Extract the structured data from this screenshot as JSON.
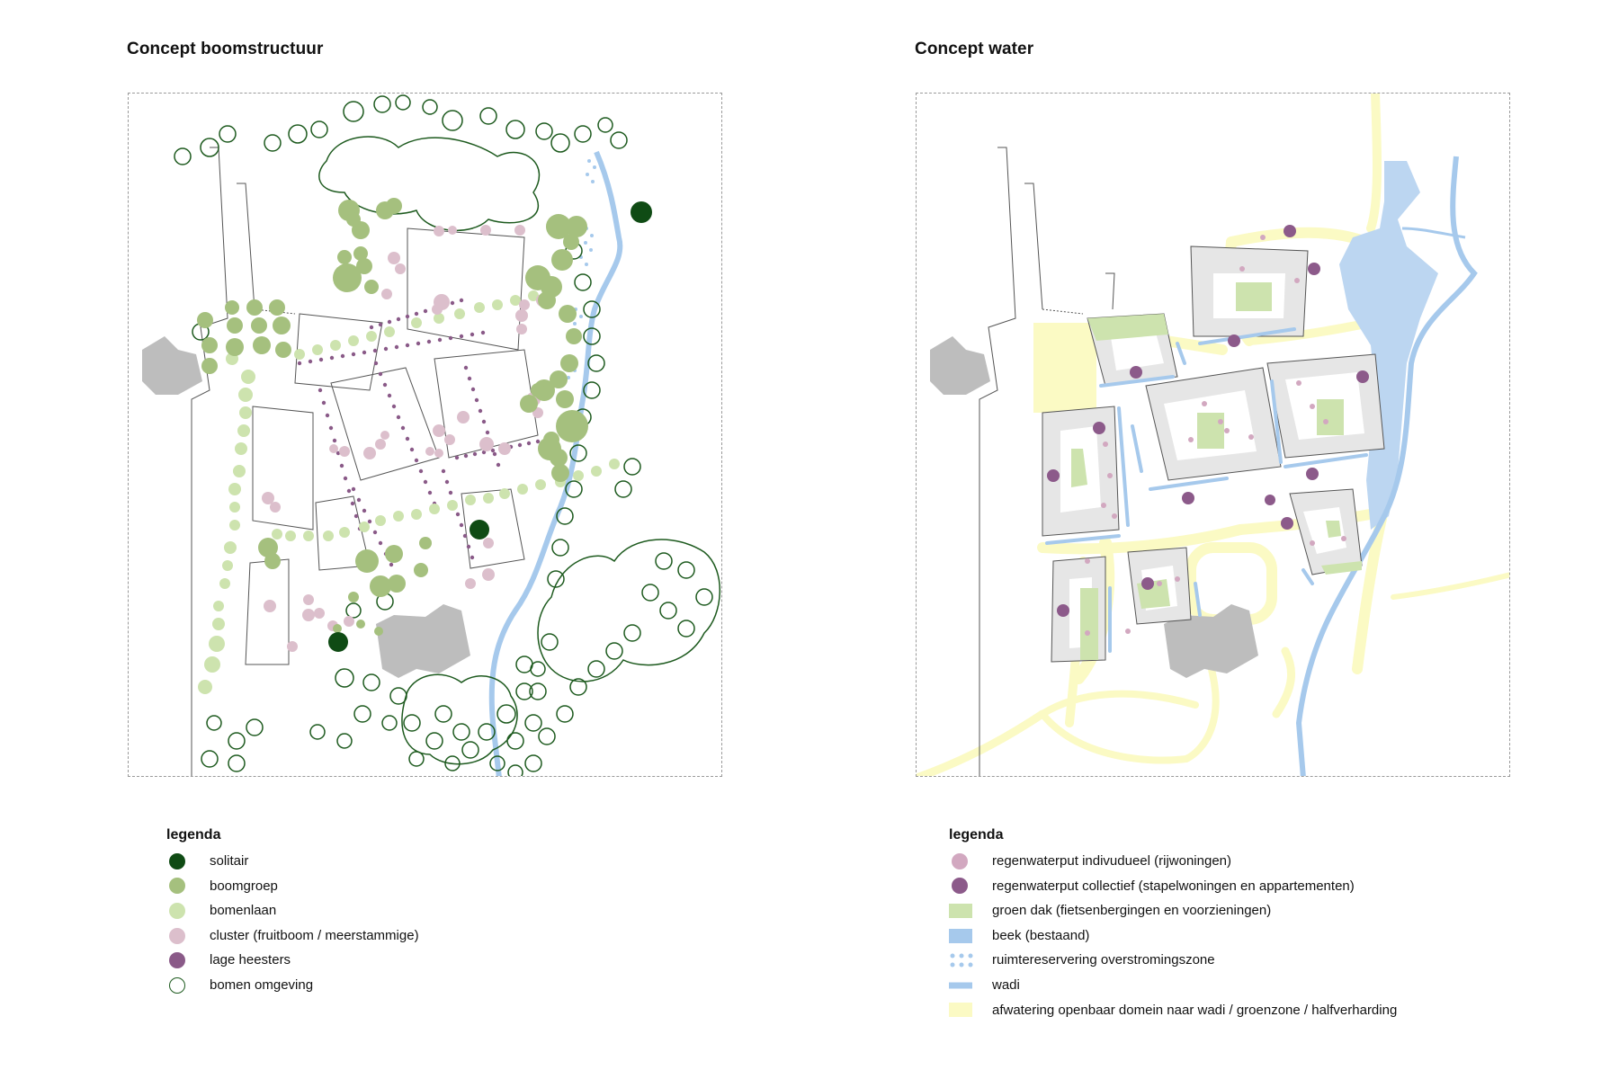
{
  "colors": {
    "solitair": "#0f4b14",
    "boomgroep": "#a5c07e",
    "bomenlaan": "#cde3ae",
    "cluster": "#dcbfcc",
    "lage_heesters": "#8a5a88",
    "omgeving_stroke": "#1d5a1e",
    "regenwater_indiv": "#d2a8c0",
    "regenwater_coll": "#8c5a8a",
    "groen_dak": "#cde3ae",
    "beek": "#a6c9ec",
    "afwatering": "#fbfac4",
    "building_grey": "#bdbdbd",
    "courtyard_grey": "#e6e6e6"
  },
  "left_panel": {
    "title": "Concept boomstructuur",
    "legend_title": "legenda",
    "legend": [
      {
        "label": "solitair",
        "symbol": "filled-circle",
        "color_key": "solitair"
      },
      {
        "label": "boomgroep",
        "symbol": "filled-circle",
        "color_key": "boomgroep"
      },
      {
        "label": "bomenlaan",
        "symbol": "filled-circle",
        "color_key": "bomenlaan"
      },
      {
        "label": "cluster (fruitboom / meerstammige)",
        "symbol": "filled-circle",
        "color_key": "cluster"
      },
      {
        "label": "lage heesters",
        "symbol": "filled-circle",
        "color_key": "lage_heesters"
      },
      {
        "label": "bomen omgeving",
        "symbol": "outline-circle",
        "color_key": "omgeving_stroke"
      }
    ]
  },
  "right_panel": {
    "title": "Concept water",
    "legend_title": "legenda",
    "legend": [
      {
        "label": "regenwaterput indivudueel (rijwoningen)",
        "symbol": "filled-circle",
        "color_key": "regenwater_indiv"
      },
      {
        "label": "regenwaterput collectief (stapelwoningen en appartementen)",
        "symbol": "filled-circle",
        "color_key": "regenwater_coll"
      },
      {
        "label": "groen dak (fietsenbergingen en voorzieningen)",
        "symbol": "rect",
        "color_key": "groen_dak"
      },
      {
        "label": "beek (bestaand)",
        "symbol": "rect",
        "color_key": "beek"
      },
      {
        "label": "ruimtereservering overstromingszone",
        "symbol": "dots",
        "color_key": "beek"
      },
      {
        "label": "wadi",
        "symbol": "line",
        "color_key": "beek"
      },
      {
        "label": "afwatering openbaar domein naar wadi / groenzone / halfverharding",
        "symbol": "rect",
        "color_key": "afwatering"
      }
    ]
  }
}
